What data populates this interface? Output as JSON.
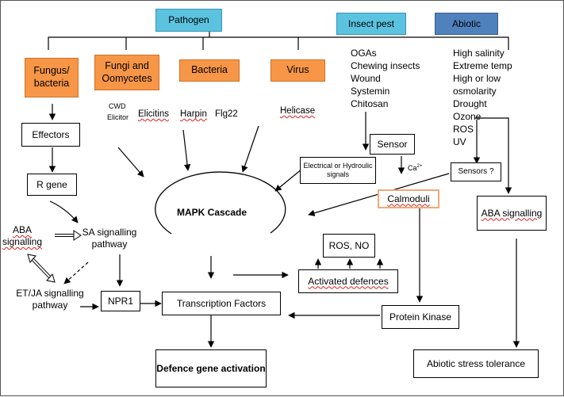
{
  "stress_categories": {
    "pathogen": "Pathogen",
    "insect_pest": "Insect pest",
    "abiotic": "Abiotic"
  },
  "pathogen_types": {
    "fungus_bacteria": "Fungus/ bacteria",
    "fungi_oomycetes": "Fungi and Oomycetes",
    "bacteria": "Bacteria",
    "virus": "Virus"
  },
  "elicitors": {
    "cwd": "CWD",
    "elicitor": "Elicitor",
    "elicitins": "Elicitins",
    "harpin": "Harpin",
    "flg22": "Flg22",
    "helicase": "Helicase"
  },
  "insect_triggers": [
    "OGAs",
    "Chewing insects",
    "Wound",
    "Systemin",
    "Chitosan"
  ],
  "abiotic_triggers": [
    "High salinity",
    "Extreme temp",
    "High or low",
    "osmolarity",
    "Drought",
    "Ozone",
    "ROS",
    "UV"
  ],
  "nodes": {
    "effectors": "Effectors",
    "r_gene": "R gene",
    "aba_signalling_left": "ABA signalling",
    "sa_signalling": "SA signalling pathway",
    "et_ja_signalling": "ET/JA signalling pathway",
    "npr1": "NPR1",
    "mapk_cascade": "MAPK Cascade",
    "transcription_factors": "Transcription Factors",
    "defence_gene_activation": "Defence gene activation",
    "sensor": "Sensor",
    "electrical_signals": "Electrical or Hydroulic signals",
    "calcium": "Ca",
    "calcium_sup": "2+",
    "sensors_q": "Sensors ?",
    "calmoduli": "Calmoduli",
    "ros_no": "ROS, NO",
    "activated_defences": "Activated defences",
    "protein_kinase": "Protein Kinase",
    "aba_signalling_right": "ABA signalling",
    "abiotic_stress_tolerance": "Abiotic stress tolerance"
  },
  "colors": {
    "pathogen_header": "#5bc3e0",
    "insect_header": "#5bc3e0",
    "abiotic_header": "#4f81bd",
    "pathogen_type_fill": "#f79646",
    "calmoduli_border": "#f0a878"
  }
}
